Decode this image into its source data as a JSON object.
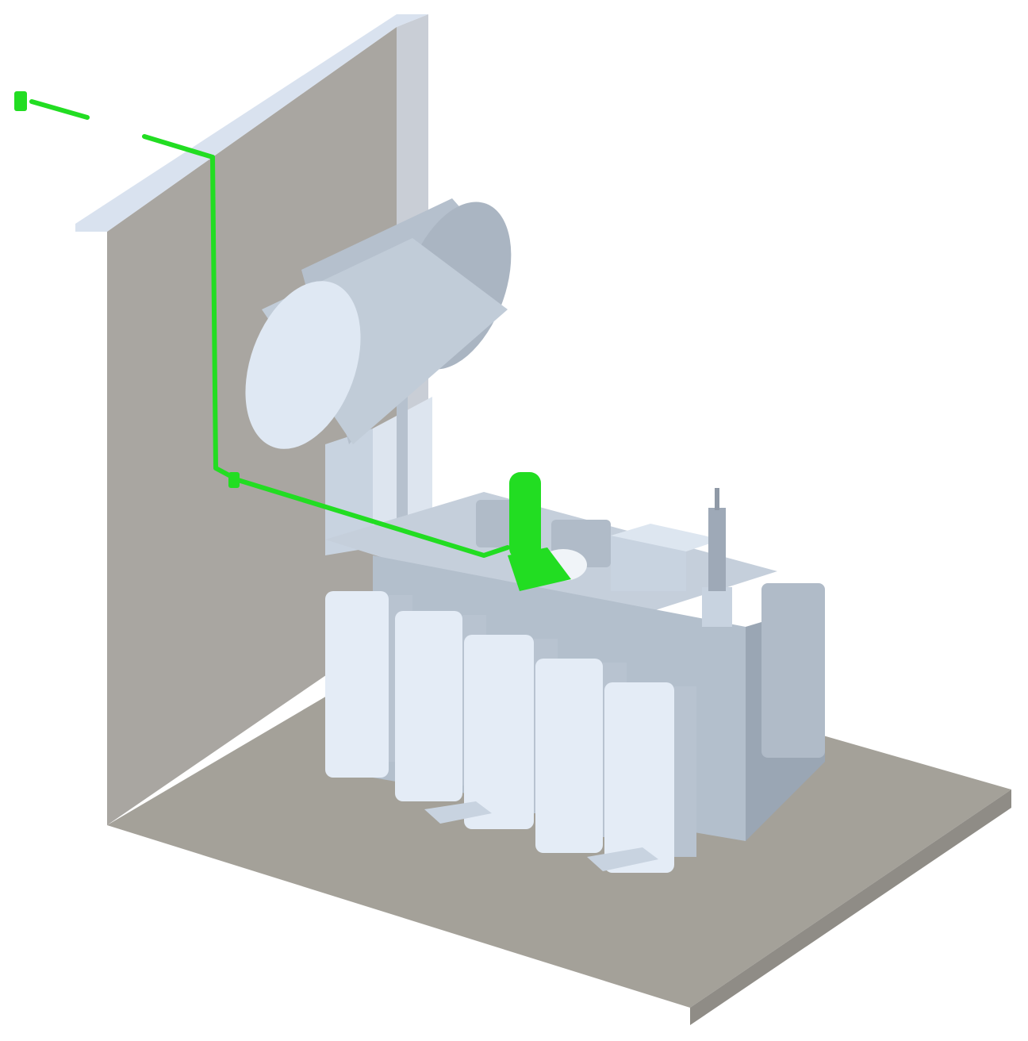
{
  "scene": {
    "components": [
      "wall",
      "floor",
      "conservator-tank",
      "transformer-tank",
      "radiator-bank",
      "bushing",
      "control-box",
      "relief-device",
      "pipe"
    ],
    "colors": {
      "background": "#ffffff",
      "wall_face": "#a9a6a1",
      "wall_side": "#c9ced6",
      "wall_cap": "#d9e2ef",
      "floor_top": "#a4a199",
      "floor_edge": "#8f8c86",
      "equipment": "#c8d3e0",
      "equipment_light": "#e4ecf6",
      "equipment_shadow": "#9aa6b4",
      "highlight_green": "#22dd22"
    },
    "radiator_count": 5
  }
}
